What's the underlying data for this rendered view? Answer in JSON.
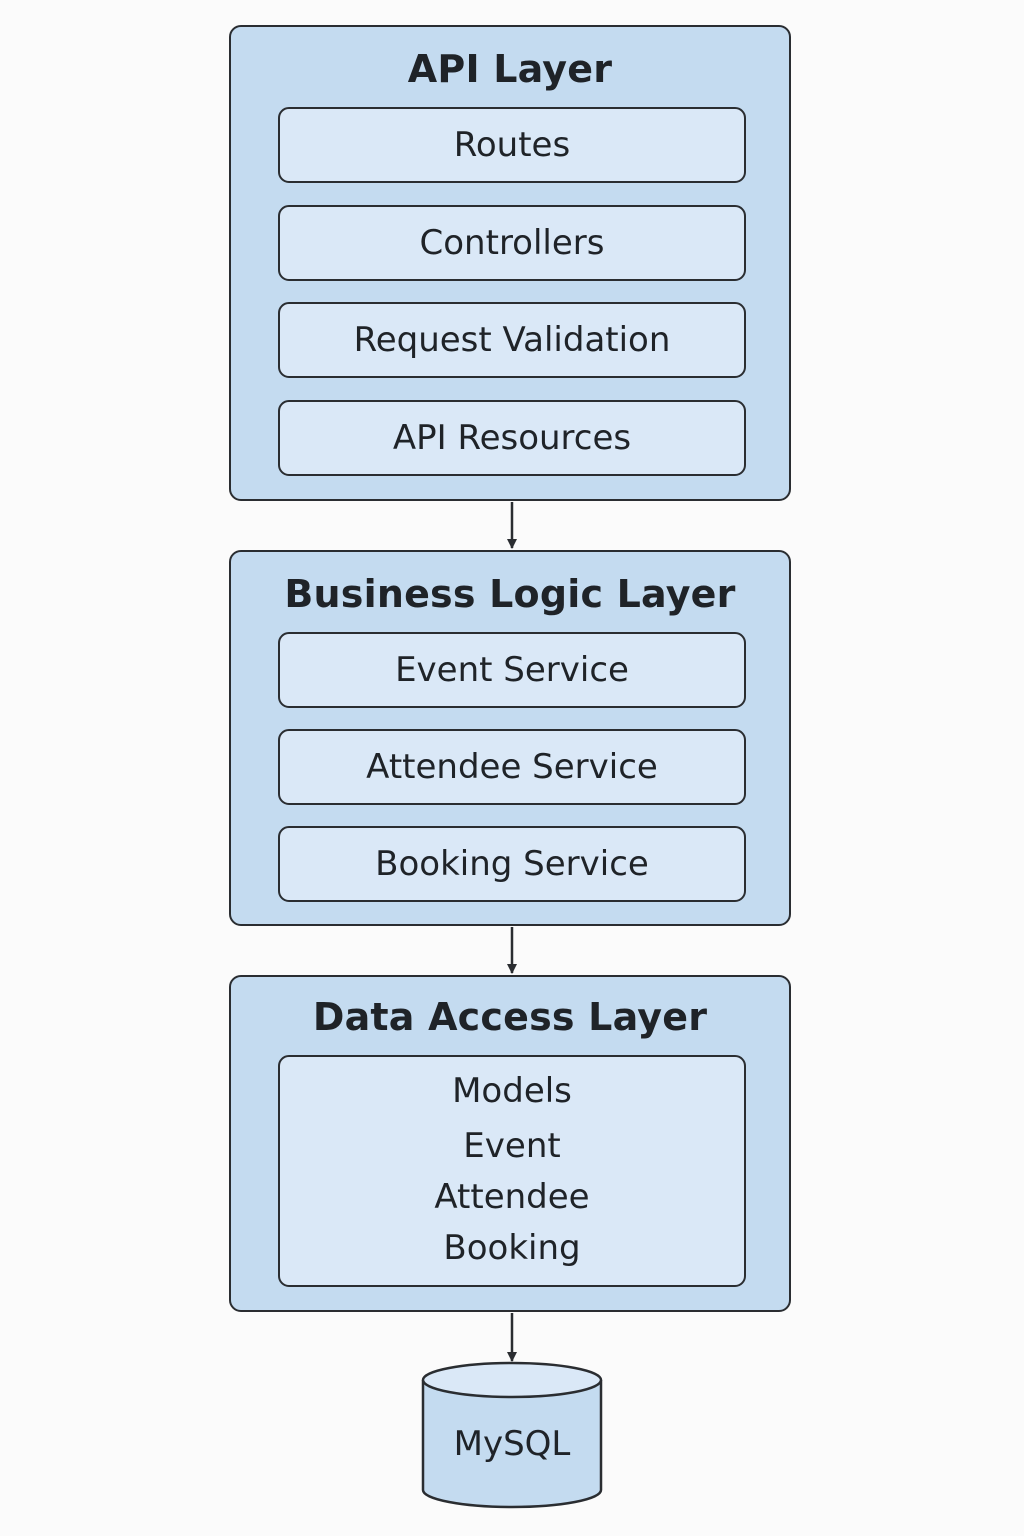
{
  "api_layer": {
    "title": "API Layer",
    "items": [
      "Routes",
      "Controllers",
      "Request Validation",
      "API Resources"
    ]
  },
  "business_layer": {
    "title": "Business Logic Layer",
    "items": [
      "Event Service",
      "Attendee Service",
      "Booking Service"
    ]
  },
  "data_layer": {
    "title": "Data Access Layer",
    "models": [
      "Models",
      "Event",
      "Attendee",
      "Booking"
    ]
  },
  "database": {
    "label": "MySQL"
  },
  "colors": {
    "layer_fill": "#c4dbf0",
    "item_fill": "#dae8f7",
    "stroke": "#2a2d31",
    "background": "#fbfbfb"
  }
}
